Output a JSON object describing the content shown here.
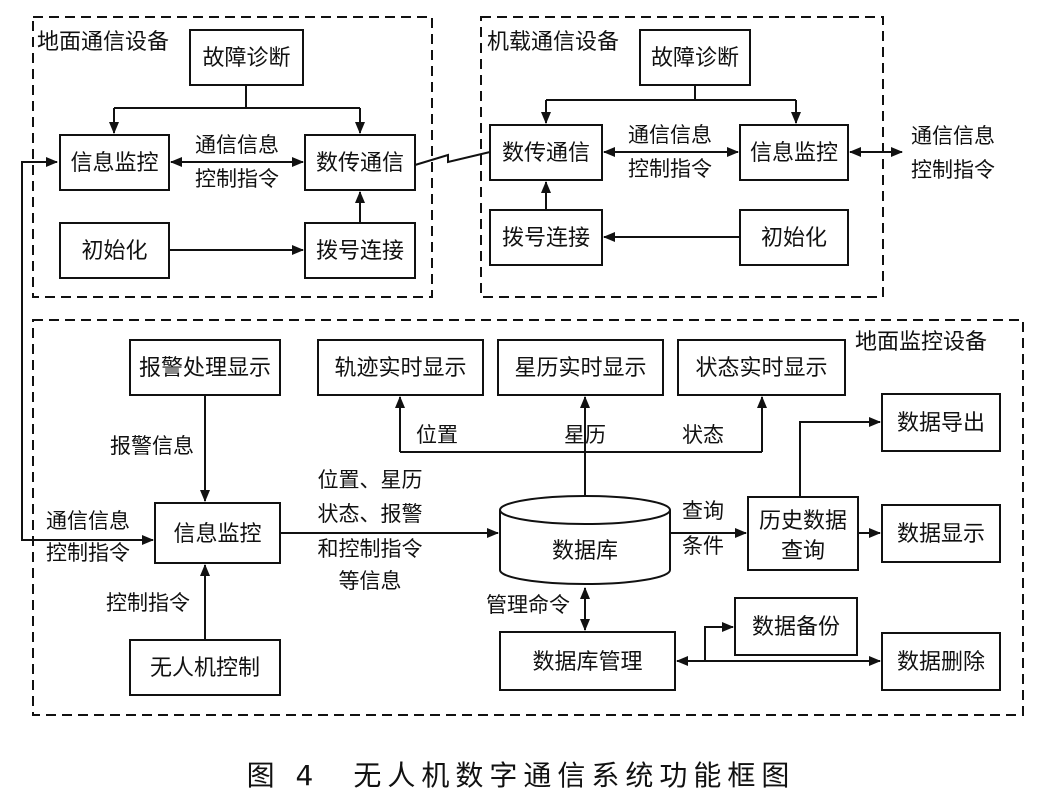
{
  "groups": {
    "ground_comm": "地面通信设备",
    "airborne_comm": "机载通信设备",
    "ground_monitor": "地面监控设备"
  },
  "ground_comm": {
    "fault_diagnosis": "故障诊断",
    "info_monitor": "信息监控",
    "data_transmission": "数传通信",
    "init": "初始化",
    "dial_connect": "拨号连接",
    "link_label_1": "通信信息",
    "link_label_2": "控制指令"
  },
  "airborne_comm": {
    "fault_diagnosis": "故障诊断",
    "data_transmission": "数传通信",
    "info_monitor": "信息监控",
    "dial_connect": "拨号连接",
    "init": "初始化",
    "link_label_1": "通信信息",
    "link_label_2": "控制指令",
    "external_label_1": "通信信息",
    "external_label_2": "控制指令"
  },
  "ground_monitor": {
    "alarm_display": "报警处理显示",
    "track_display": "轨迹实时显示",
    "ephemeris_display": "星历实时显示",
    "status_display": "状态实时显示",
    "data_export": "数据导出",
    "info_monitor": "信息监控",
    "database": "数据库",
    "history_query_1": "历史数据",
    "history_query_2": "查询",
    "data_display": "数据显示",
    "uav_control": "无人机控制",
    "db_management": "数据库管理",
    "data_backup": "数据备份",
    "data_delete": "数据删除",
    "label_alarm_info": "报警信息",
    "label_comm_1": "通信信息",
    "label_comm_2": "控制指令",
    "label_control_cmd": "控制指令",
    "label_flow_1": "位置、星历",
    "label_flow_2": "状态、报警",
    "label_flow_3": "和控制指令",
    "label_flow_4": "等信息",
    "label_position": "位置",
    "label_ephemeris": "星历",
    "label_status": "状态",
    "label_query_1": "查询",
    "label_query_2": "条件",
    "label_mgmt_cmd": "管理命令"
  },
  "caption": "图 4　无人机数字通信系统功能框图"
}
